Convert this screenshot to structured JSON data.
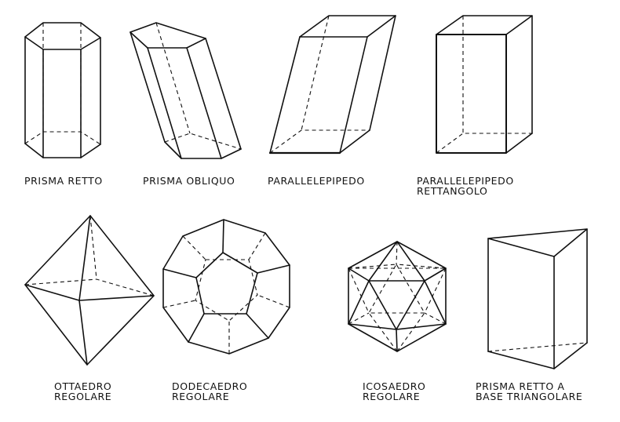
{
  "labels": {
    "prisma_retto": [
      "PRISMA RETTO"
    ],
    "prisma_obliquo": [
      "PRISMA OBLIQUO"
    ],
    "parallelepipedo": [
      "PARALLELEPIPEDO"
    ],
    "parallelepipedo_rettangolo": [
      "PARALLELEPIPEDO",
      "RETTANGOLO"
    ],
    "ottaedro": [
      "OTTAEDRO",
      "REGOLARE"
    ],
    "dodecaedro": [
      "DODECAEDRO",
      "REGOLARE"
    ],
    "icosaedro": [
      "ICOSAEDRO",
      "REGOLARE"
    ],
    "prisma_triangolare": [
      "PRISMA RETTO A",
      "BASE TRIANGOLARE"
    ]
  }
}
